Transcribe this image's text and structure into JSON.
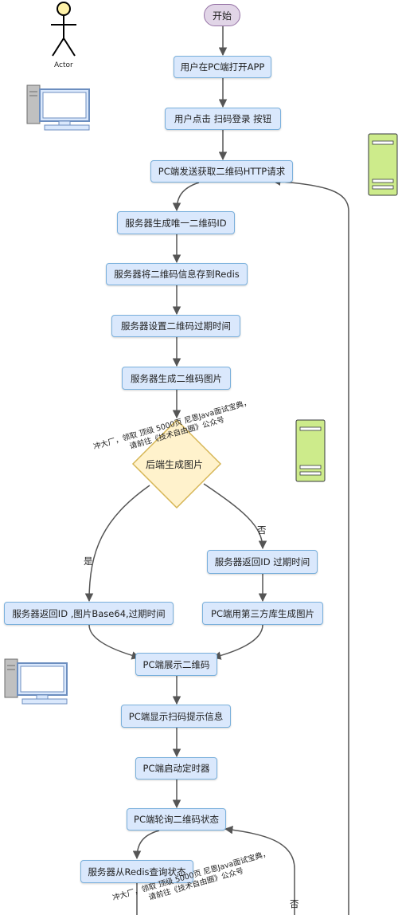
{
  "actor_label": "Actor",
  "start": "开始",
  "steps": {
    "open_app": "用户在PC端打开APP",
    "click_login": "用户点击 扫码登录 按钮",
    "send_request": "PC端发送获取二维码HTTP请求",
    "gen_id": "服务器生成唯一二维码ID",
    "save_redis": "服务器将二维码信息存到Redis",
    "set_expire": "服务器设置二维码过期时间",
    "gen_image": "服务器生成二维码图片",
    "return_base64": "服务器返回ID ,图片Base64,过期时间",
    "return_id": "服务器返回ID 过期时间",
    "third_party": "PC端用第三方库生成图片",
    "show_qr": "PC端展示二维码",
    "show_tip": "PC端显示扫码提示信息",
    "start_timer": "PC端启动定时器",
    "poll_status": "PC端轮询二维码状态",
    "query_redis": "服务器从Redis查询状态"
  },
  "decision": "后端生成图片",
  "labels": {
    "yes": "是",
    "no": "否",
    "no2": "否"
  },
  "watermark": {
    "line1": "冲大厂，领取 顶级 5000页 尼恩Java面试宝典，",
    "line2": "请前往《技术自由圈》公众号"
  },
  "icons": [
    "actor-icon",
    "pc-monitor-icon",
    "server-icon"
  ],
  "colors": {
    "node_fill": "#dae8fc",
    "node_border": "#7ab0dc",
    "start_fill": "#e1d5e7",
    "start_border": "#9673a6",
    "decision_fill": "#fff2cc",
    "decision_border": "#d6b656",
    "server_fill": "#cdeb8b",
    "server_border": "#36393d",
    "pc_fill": "#dae8fc",
    "pc_border": "#6c8ebf",
    "edge": "#555555"
  }
}
